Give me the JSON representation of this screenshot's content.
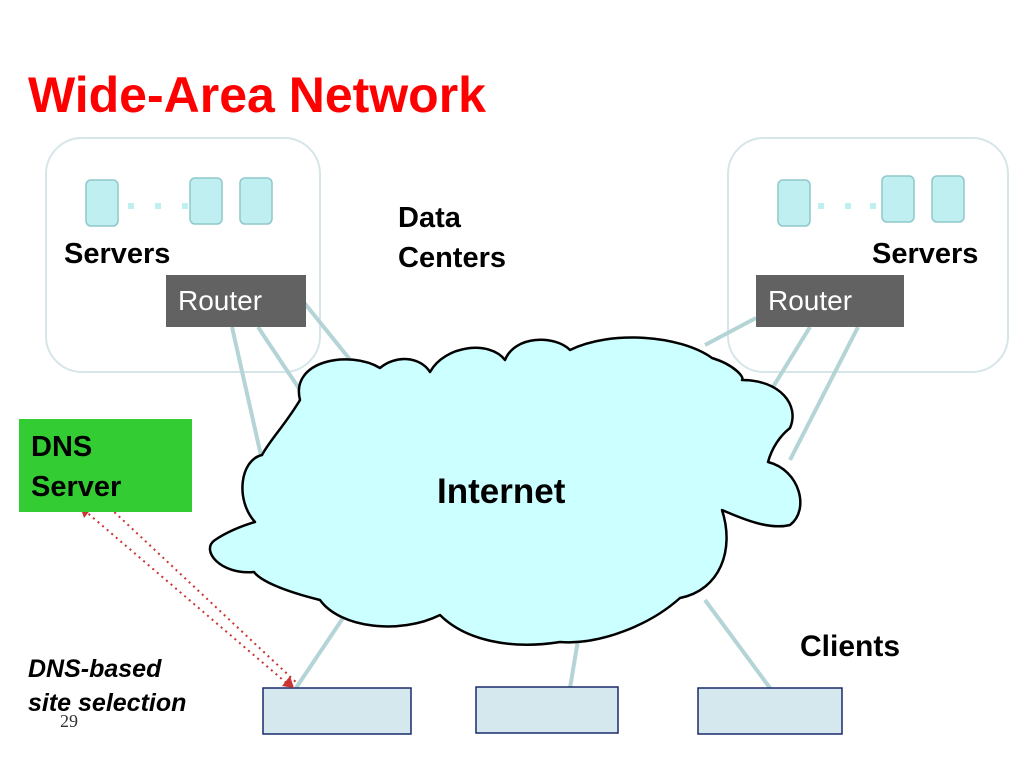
{
  "slide": {
    "title": "Wide-Area Network",
    "page_number": "29"
  },
  "data_centers": {
    "label_line1": "Data",
    "label_line2": "Centers",
    "left": {
      "servers_label": "Servers",
      "router_label": "Router"
    },
    "right": {
      "servers_label": "Servers",
      "router_label": "Router"
    }
  },
  "dns_server": {
    "line1": "DNS",
    "line2": "Server"
  },
  "internet": {
    "label": "Internet"
  },
  "clients": {
    "label": "Clients"
  },
  "dns_selection": {
    "line1": "DNS-based",
    "line2": "site selection"
  },
  "colors": {
    "title": "#ff0000",
    "cloud_fill": "#ccffff",
    "server_fill": "#bfeff0",
    "router_fill": "#626262",
    "dns_fill": "#33cc33",
    "client_fill": "#d4e8ee",
    "link": "#b4d4d6",
    "dns_arrow": "#cc3333"
  }
}
